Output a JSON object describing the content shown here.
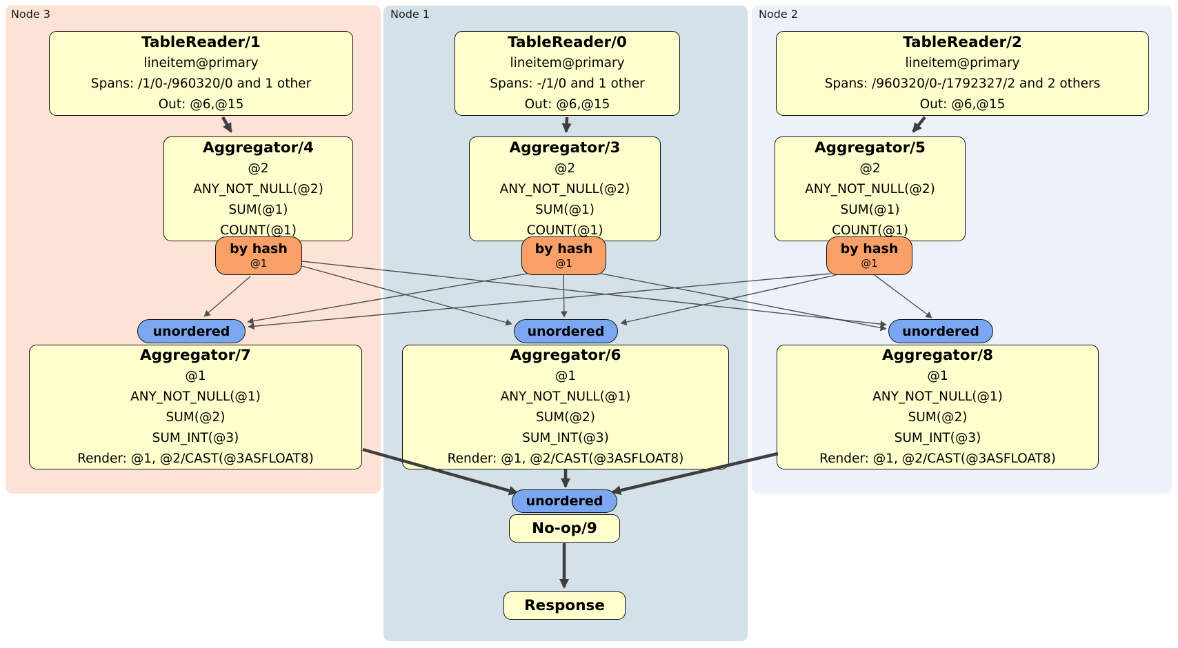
{
  "colors": {
    "node3_bg": "#fce3d5",
    "node1_bg": "#d5e1e8",
    "node2_bg": "#edf1fa",
    "processor_bg": "#ffffcd",
    "router_bg": "#f8a067",
    "sync_bg": "#7ba7f0"
  },
  "nodes": {
    "node3": {
      "label": "Node 3"
    },
    "node1": {
      "label": "Node 1"
    },
    "node2": {
      "label": "Node 2"
    }
  },
  "processors": {
    "tr1": {
      "title": "TableReader/1",
      "lines": [
        "lineitem@primary",
        "Spans: /1/0-/960320/0 and 1 other",
        "Out: @6,@15"
      ]
    },
    "tr0": {
      "title": "TableReader/0",
      "lines": [
        "lineitem@primary",
        "Spans: -/1/0 and 1 other",
        "Out: @6,@15"
      ]
    },
    "tr2": {
      "title": "TableReader/2",
      "lines": [
        "lineitem@primary",
        "Spans: /960320/0-/1792327/2 and 2 others",
        "Out: @6,@15"
      ]
    },
    "agg4": {
      "title": "Aggregator/4",
      "lines": [
        "@2",
        "ANY_NOT_NULL(@2)",
        "SUM(@1)",
        "COUNT(@1)"
      ]
    },
    "agg3": {
      "title": "Aggregator/3",
      "lines": [
        "@2",
        "ANY_NOT_NULL(@2)",
        "SUM(@1)",
        "COUNT(@1)"
      ]
    },
    "agg5": {
      "title": "Aggregator/5",
      "lines": [
        "@2",
        "ANY_NOT_NULL(@2)",
        "SUM(@1)",
        "COUNT(@1)"
      ]
    },
    "agg7": {
      "title": "Aggregator/7",
      "lines": [
        "@1",
        "ANY_NOT_NULL(@1)",
        "SUM(@2)",
        "SUM_INT(@3)",
        "Render: @1, @2/CAST(@3ASFLOAT8)"
      ]
    },
    "agg6": {
      "title": "Aggregator/6",
      "lines": [
        "@1",
        "ANY_NOT_NULL(@1)",
        "SUM(@2)",
        "SUM_INT(@3)",
        "Render: @1, @2/CAST(@3ASFLOAT8)"
      ]
    },
    "agg8": {
      "title": "Aggregator/8",
      "lines": [
        "@1",
        "ANY_NOT_NULL(@1)",
        "SUM(@2)",
        "SUM_INT(@3)",
        "Render: @1, @2/CAST(@3ASFLOAT8)"
      ]
    },
    "noop": {
      "title": "No-op/9"
    },
    "response": {
      "title": "Response"
    }
  },
  "routers": {
    "r4": {
      "label": "by hash",
      "detail": "@1"
    },
    "r3": {
      "label": "by hash",
      "detail": "@1"
    },
    "r5": {
      "label": "by hash",
      "detail": "@1"
    }
  },
  "syncs": {
    "s7": {
      "label": "unordered"
    },
    "s6": {
      "label": "unordered"
    },
    "s8": {
      "label": "unordered"
    },
    "sfinal": {
      "label": "unordered"
    }
  }
}
